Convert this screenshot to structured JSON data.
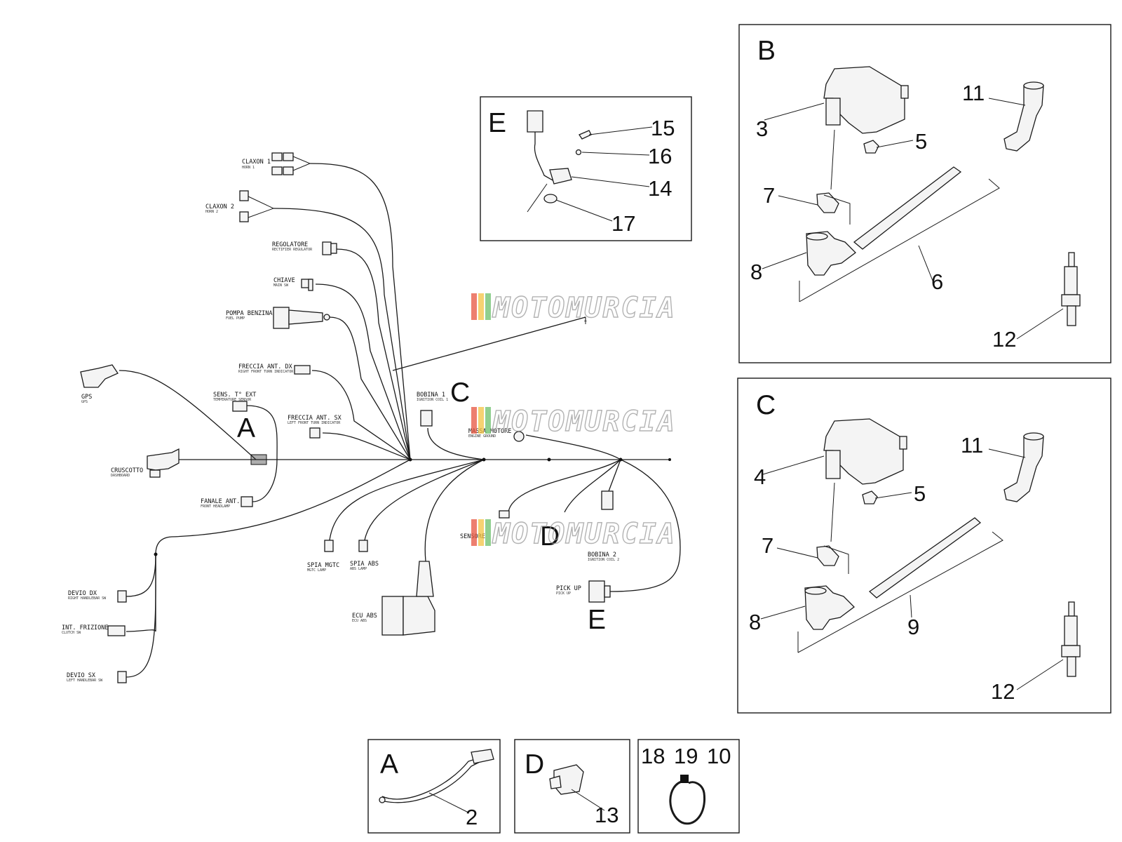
{
  "watermark": "MOTOMURCIA",
  "watermark_stripes": [
    "#e8553f",
    "#f3c343",
    "#6cc06a"
  ],
  "main_harness": {
    "connectors": [
      {
        "id": "claxon1",
        "label": "CLAXON 1",
        "sub": "HORN 1"
      },
      {
        "id": "claxon2",
        "label": "CLAXON 2",
        "sub": "HORN 2"
      },
      {
        "id": "regolatore",
        "label": "REGOLATORE",
        "sub": "RECTIFIER REGULATOR"
      },
      {
        "id": "chiave",
        "label": "CHIAVE",
        "sub": "MAIN SW"
      },
      {
        "id": "pompa",
        "label": "POMPA BENZINA",
        "sub": "FUEL PUMP"
      },
      {
        "id": "freccia_dx",
        "label": "FRECCIA ANT. DX",
        "sub": "RIGHT FRONT TURN INDICATOR"
      },
      {
        "id": "gps",
        "label": "GPS",
        "sub": "GPS"
      },
      {
        "id": "sens_t",
        "label": "SENS. T° EXT",
        "sub": "TEMPERATURE SENSOR"
      },
      {
        "id": "freccia_sx",
        "label": "FRECCIA ANT. SX",
        "sub": "LEFT FRONT TURN INDICATOR"
      },
      {
        "id": "cruscotto",
        "label": "CRUSCOTTO",
        "sub": "DASHBOARD"
      },
      {
        "id": "fanale",
        "label": "FANALE ANT.",
        "sub": "FRONT HEADLAMP"
      },
      {
        "id": "bobina1",
        "label": "BOBINA 1",
        "sub": "IGNITION COIL 1"
      },
      {
        "id": "massa",
        "label": "MASSA MOTORE",
        "sub": "ENGINE GROUND"
      },
      {
        "id": "sensore",
        "label": "SENSORE",
        "sub": ""
      },
      {
        "id": "bobina2",
        "label": "BOBINA 2",
        "sub": "IGNITION COIL 2"
      },
      {
        "id": "spia_mgtc",
        "label": "SPIA MGTC",
        "sub": "MGTC LAMP"
      },
      {
        "id": "spia_abs",
        "label": "SPIA ABS",
        "sub": "ABS LAMP"
      },
      {
        "id": "ecu_abs",
        "label": "ECU ABS",
        "sub": "ECU ABS"
      },
      {
        "id": "pickup",
        "label": "PICK UP",
        "sub": "PICK UP"
      },
      {
        "id": "devio_dx",
        "label": "DEVIO DX",
        "sub": "RIGHT HANDLEBAR SW"
      },
      {
        "id": "frizione",
        "label": "INT. FRIZIONE",
        "sub": "CLUTCH SW"
      },
      {
        "id": "devio_sx",
        "label": "DEVIO SX",
        "sub": "LEFT HANDLEBAR SW"
      }
    ],
    "callouts": {
      "A": "A",
      "C": "C",
      "E": "E",
      "D": "D",
      "ref": "1"
    }
  },
  "panel_E": {
    "letter": "E",
    "numbers": [
      "15",
      "16",
      "14",
      "17"
    ]
  },
  "panel_B": {
    "letter": "B",
    "numbers": [
      "3",
      "11",
      "5",
      "7",
      "6",
      "8",
      "12"
    ]
  },
  "panel_C": {
    "letter": "C",
    "numbers": [
      "4",
      "11",
      "5",
      "7",
      "9",
      "8",
      "12"
    ]
  },
  "panel_A": {
    "letter": "A",
    "numbers": [
      "2"
    ]
  },
  "panel_D": {
    "letter": "D",
    "numbers": [
      "13"
    ]
  },
  "panel_clip": {
    "numbers": [
      "18",
      "19",
      "10"
    ]
  }
}
